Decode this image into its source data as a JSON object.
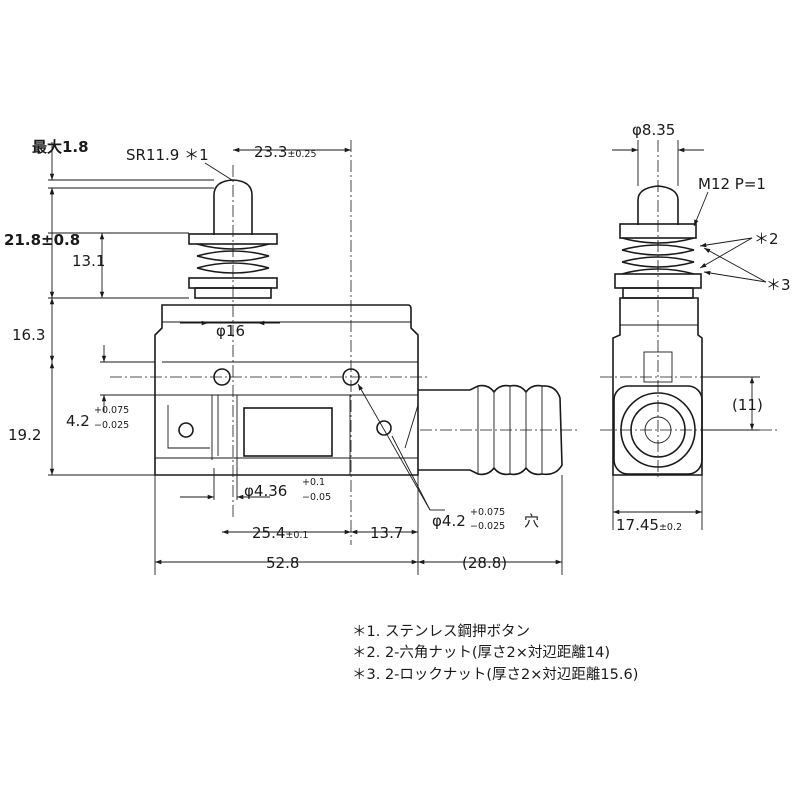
{
  "front": {
    "max_stroke": "最大1.8",
    "sr": "SR11.9 ＊1",
    "dim_23_3": "23.3",
    "tol_23_3": "±0.25",
    "dim_21_8": "21.8±0.8",
    "dim_13_1": "13.1",
    "dim_16_3": "16.3",
    "dim_phi16": "φ16",
    "dim_19_2": "19.2",
    "dim_4_2": "4.2",
    "tol_4_2_up": "+0.075",
    "tol_4_2_dn": "−0.025",
    "dim_4_36": "φ4.36",
    "tol_4_36_up": "+0.1",
    "tol_4_36_dn": "−0.05",
    "dim_25_4": "25.4",
    "tol_25_4": "±0.1",
    "dim_13_7": "13.7",
    "hole": "φ4.2",
    "hole_tol_up": "+0.075",
    "hole_tol_dn": "−0.025",
    "hole_suffix": "穴",
    "dim_52_8": "52.8",
    "dim_28_8": "(28.8)"
  },
  "side": {
    "dim_phi8_35": "φ8.35",
    "thread": "M12  P=1",
    "mark2": "＊2",
    "mark3": "＊3",
    "dim_11": "(11)",
    "dim_17_45": "17.45",
    "tol_17_45": "±0.2"
  },
  "notes": [
    "＊1. ステンレス鋼押ボタン",
    "＊2. 2-六角ナット(厚さ2×対辺距離14)",
    "＊3. 2-ロックナット(厚さ2×対辺距離15.6)"
  ]
}
